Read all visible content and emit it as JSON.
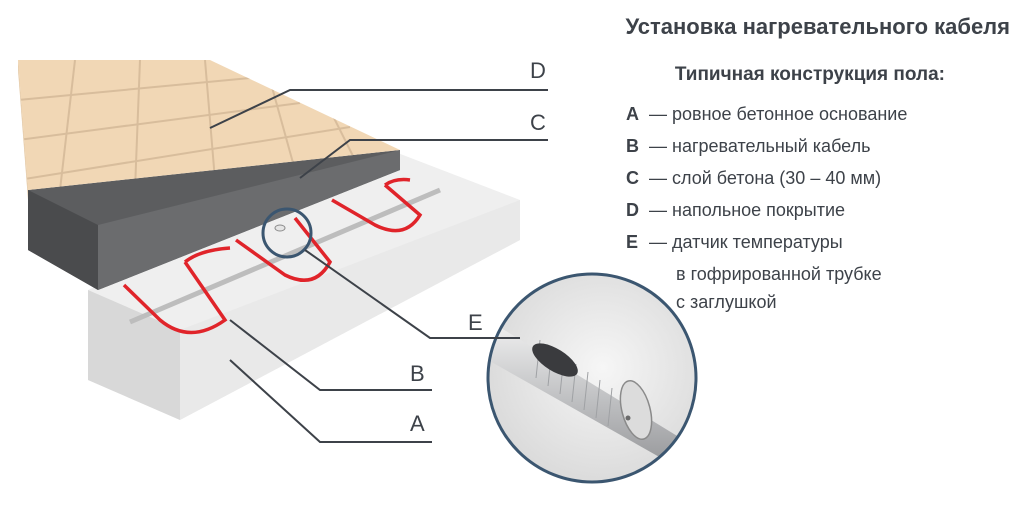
{
  "title": "Установка нагревательного кабеля",
  "subtitle": "Типичная конструкция пола:",
  "legend": [
    {
      "letter": "A",
      "dash": "—",
      "text": "ровное бетонное основание"
    },
    {
      "letter": "B",
      "dash": "—",
      "text": "нагревательный кабель"
    },
    {
      "letter": "C",
      "dash": "—",
      "text": "слой бетона (30 – 40 мм)"
    },
    {
      "letter": "D",
      "dash": "—",
      "text": "напольное покрытие"
    },
    {
      "letter": "E",
      "dash": "—",
      "text": "датчик температуры"
    }
  ],
  "legend_e_extra": [
    "в гофрированной трубке",
    "с заглушкой"
  ],
  "diagram_tags": {
    "a": "A",
    "b": "B",
    "c": "C",
    "d": "D",
    "e": "E"
  },
  "colors": {
    "text": "#3d4249",
    "tile": "#f1d7b5",
    "grout": "#cfb392",
    "concrete": "#5a5b5d",
    "base": "#ececec",
    "cable": "#e0242a",
    "leader": "#3d4249",
    "sensor_ring": "#3b5670"
  }
}
